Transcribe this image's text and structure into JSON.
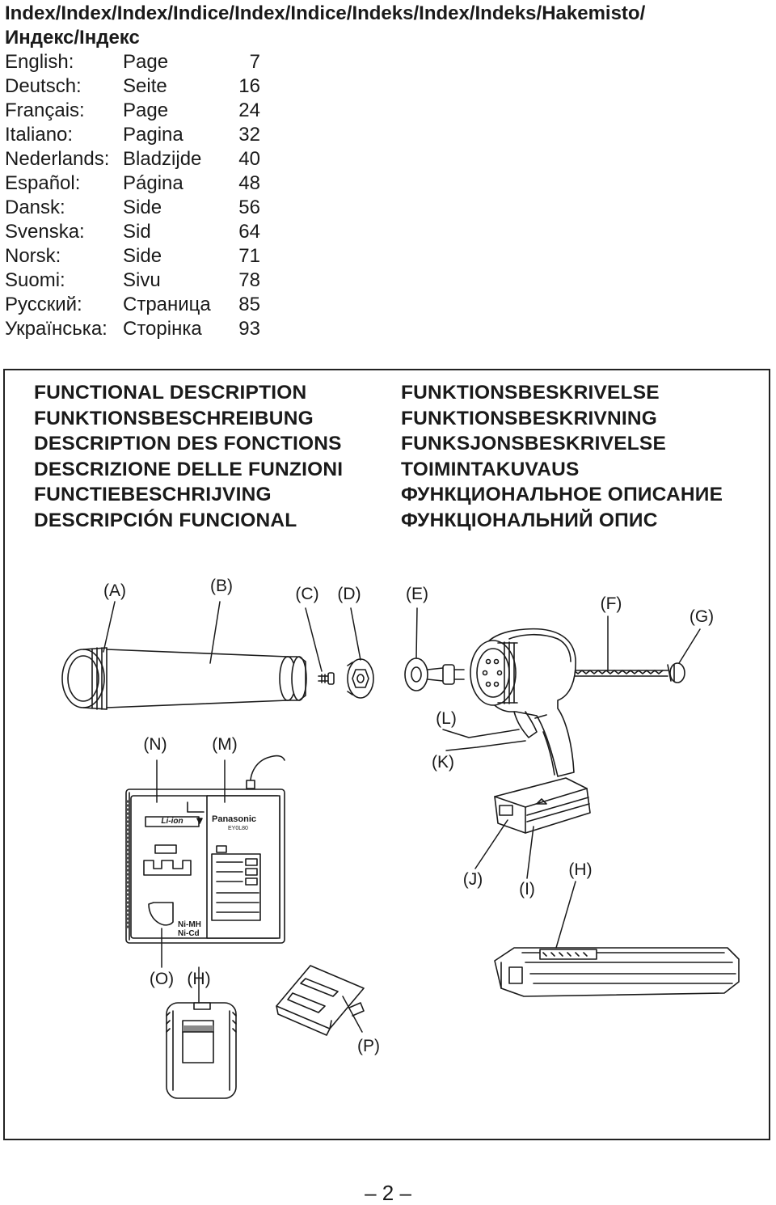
{
  "index": {
    "title_line1": "Index/Index/Index/Indice/Index/Indice/Indeks/Index/Indeks/Hakemisto/",
    "title_line2": "Индекс/Індекс",
    "rows": [
      {
        "lang": "English:",
        "word": "Page",
        "page": "7"
      },
      {
        "lang": "Deutsch:",
        "word": "Seite",
        "page": "16"
      },
      {
        "lang": "Français:",
        "word": "Page",
        "page": "24"
      },
      {
        "lang": "Italiano:",
        "word": "Pagina",
        "page": "32"
      },
      {
        "lang": "Nederlands:",
        "word": "Bladzijde",
        "page": "40"
      },
      {
        "lang": "Español:",
        "word": "Página",
        "page": "48"
      },
      {
        "lang": "Dansk:",
        "word": "Side",
        "page": "56"
      },
      {
        "lang": "Svenska:",
        "word": "Sid",
        "page": "64"
      },
      {
        "lang": "Norsk:",
        "word": "Side",
        "page": "71"
      },
      {
        "lang": "Suomi:",
        "word": "Sivu",
        "page": "78"
      },
      {
        "lang": "Русский:",
        "word": "Страница",
        "page": "85"
      },
      {
        "lang": "Українська:",
        "word": "Сторінка",
        "page": "93"
      }
    ]
  },
  "functional_headings": {
    "left": [
      "FUNCTIONAL DESCRIPTION",
      "FUNKTIONSBESCHREIBUNG",
      "DESCRIPTION DES FONCTIONS",
      "DESCRIZIONE DELLE FUNZIONI",
      "FUNCTIEBESCHRIJVING",
      "DESCRIPCIÓN FUNCIONAL"
    ],
    "right": [
      "FUNKTIONSBESKRIVELSE",
      "FUNKTIONSBESKRIVNING",
      "FUNKSJONSBESKRIVELSE",
      "TOIMINTAKUVAUS",
      "ФУНКЦИОНАЛЬНОЕ ОПИСАНИЕ",
      "ФУНКЦІОНАЛЬНИЙ ОПИС"
    ]
  },
  "callouts": {
    "A": "(A)",
    "B": "(B)",
    "C": "(C)",
    "D": "(D)",
    "E": "(E)",
    "F": "(F)",
    "G": "(G)",
    "N": "(N)",
    "M": "(M)",
    "L": "(L)",
    "K": "(K)",
    "J": "(J)",
    "I": "(I)",
    "H1": "(H)",
    "O": "(O)",
    "H2": "(H)",
    "P": "(P)"
  },
  "charger": {
    "li_ion": "Li-ion",
    "brand": "Panasonic",
    "model": "EY0L80",
    "nimh": "Ni-MH",
    "nicd": "Ni-Cd"
  },
  "page_number": "– 2 –"
}
